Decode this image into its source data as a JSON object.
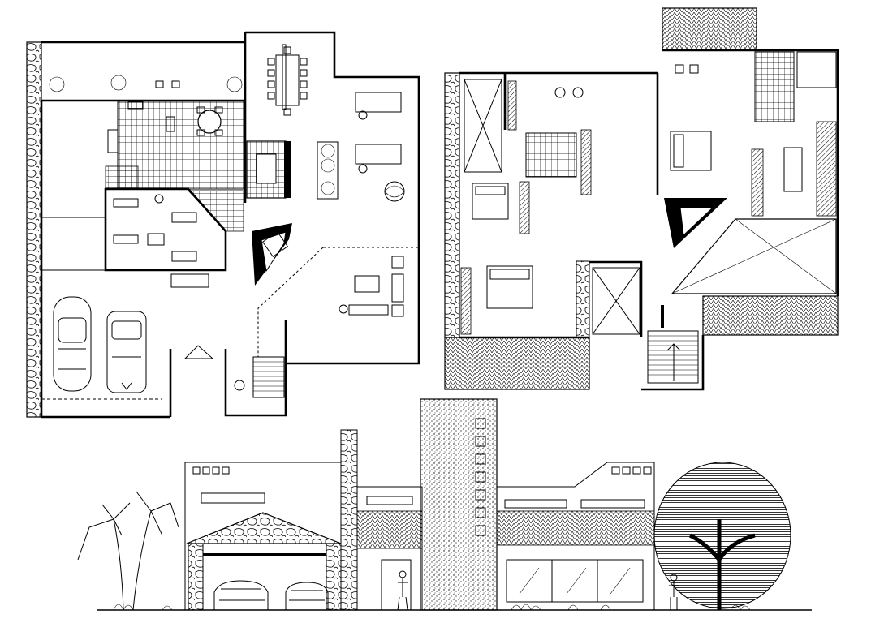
{
  "drawing": {
    "type": "architectural-plan-sheet",
    "views": [
      "ground-floor-plan",
      "upper-floor-plan",
      "front-elevation"
    ],
    "colors": {
      "line": "#000000",
      "background": "#ffffff"
    },
    "ground_floor": {
      "furniture": [
        "dining-table",
        "round-table",
        "sofa",
        "armchair",
        "bed",
        "gym-equipment",
        "staircase"
      ],
      "vehicles": 2
    },
    "upper_floor": {
      "bedrooms": 3,
      "stair": true
    },
    "elevation": {
      "garage_cars": 2,
      "trees": 2,
      "people": 2
    }
  }
}
